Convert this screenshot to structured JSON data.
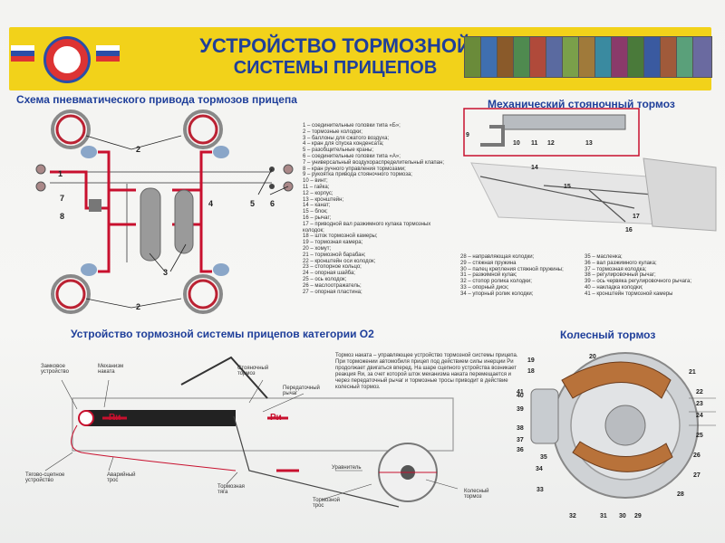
{
  "header": {
    "title_line1": "УСТРОЙСТВО ТОРМОЗНОЙ",
    "title_line2": "СИСТЕМЫ ПРИЦЕПОВ"
  },
  "sections": {
    "pneumatic": "Схема пневматического привода тормозов прицепа",
    "parking": "Механический стояночный тормоз",
    "o2": "Устройство тормозной системы прицепов категории О2",
    "wheel": "Колесный тормоз"
  },
  "legend_col1": [
    "1 – соединительные головки типа «Б»;",
    "2 – тормозные колодки;",
    "3 – баллоны для сжатого воздуха;",
    "4 – кран для спуска конденсата;",
    "5 – разобщительные краны;",
    "6 – соединительные головки типа «А»;",
    "7 – универсальный воздухораспределительный клапан;",
    "8 – кран ручного управления тормозами;",
    "9 – рукоятка привода стояночного тормоза;",
    "10 – винт;",
    "11 – гайка;",
    "12 – корпус;",
    "13 – кронштейн;",
    "14 – канат;",
    "15 – блок;",
    "16 – рычаг;",
    "17 – приводной вал разжимного кулака тормозных",
    "колодок;",
    "18 – шток тормозной камеры;",
    "19 – тормозная камера;",
    "20 – хомут;",
    "21 – тормозной барабан;",
    "22 – кронштейн оси колодок;",
    "23 – стопорное кольцо;",
    "24 – опорная шайба;",
    "25 – ось колодок;",
    "26 – маслоотражатель;",
    "27 – опорная пластина;"
  ],
  "legend_col2": [
    "28 – направляющая колодки;",
    "29 – стяжная пружина",
    "30 – палец крепления стяжной пружины;",
    "31 – разжимной кулак;",
    "32 – стопор ролика колодки;",
    "33 – опорный диск;",
    "34 – упорный ролик колодки;"
  ],
  "legend_col3": [
    "35 – масленка;",
    "36 – вал разжимного кулака;",
    "37 – тормозная колодка;",
    "38 – регулировочный рычаг;",
    "39 – ось червяка регулировочного рычага;",
    "40 – накладка колодки;",
    "41 – кронштейн тормозной камеры"
  ],
  "o2_paragraph": "Тормоз наката – управляющее устройство тормозной системы прицепа. При торможении автомобиля прицеп под действием силы инерции Ри продолжает двигаться вперед. На шаре сцепного устройства возникает реакция Rи, за счет которой шток механизма наката перемещается и через передаточный рычаг и тормозные тросы приводит в действие колесный тормоз.",
  "o2_labels": {
    "lock": "Замковое устройство",
    "mechanism": "Механизм наката",
    "parking": "Стояночный тормоз",
    "lever": "Передаточный рычаг",
    "coupling": "Тягово-сцепное устройство",
    "emergency": "Аварийный трос",
    "rod": "Тормозная тяга",
    "equalizer": "Уравнитель",
    "cable": "Тормозной трос",
    "wheelbrake": "Колесный тормоз",
    "Ri": "Rи",
    "Pi": "Ри"
  },
  "pneumatic_numbers": [
    "1",
    "2",
    "3",
    "4",
    "5",
    "6",
    "7",
    "8",
    "2"
  ],
  "parking_numbers": [
    "9",
    "10",
    "11",
    "12",
    "13",
    "14",
    "15",
    "16",
    "17"
  ],
  "wheel_numbers": [
    "19",
    "18",
    "20",
    "21",
    "22",
    "23",
    "24",
    "25",
    "26",
    "27",
    "28",
    "29",
    "30",
    "31",
    "32",
    "33",
    "34",
    "35",
    "36",
    "37",
    "38",
    "39",
    "40",
    "41"
  ],
  "colors": {
    "header": "#f2d21a",
    "title": "#1f3f9a",
    "air_line": "#c8102e",
    "frame_red": "#c8102e"
  }
}
